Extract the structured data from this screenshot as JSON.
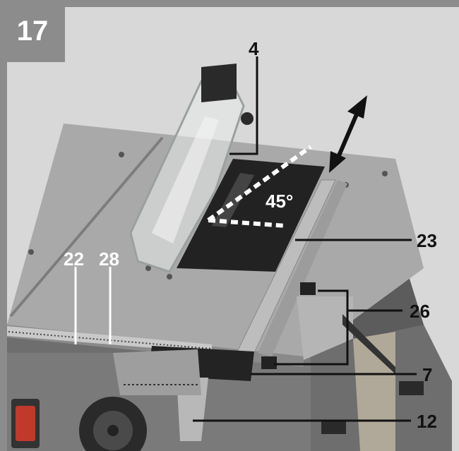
{
  "figure": {
    "number": "17",
    "angle_label": "45°",
    "callouts": {
      "c4": "4",
      "c22": "22",
      "c28": "28",
      "c23": "23",
      "c26": "26",
      "c7": "7",
      "c12": "12"
    }
  },
  "colors": {
    "badge": "#8c8c8c",
    "badge_text": "#ffffff",
    "table_surface": "#a9a9a9",
    "leader_lines": "#111111"
  }
}
